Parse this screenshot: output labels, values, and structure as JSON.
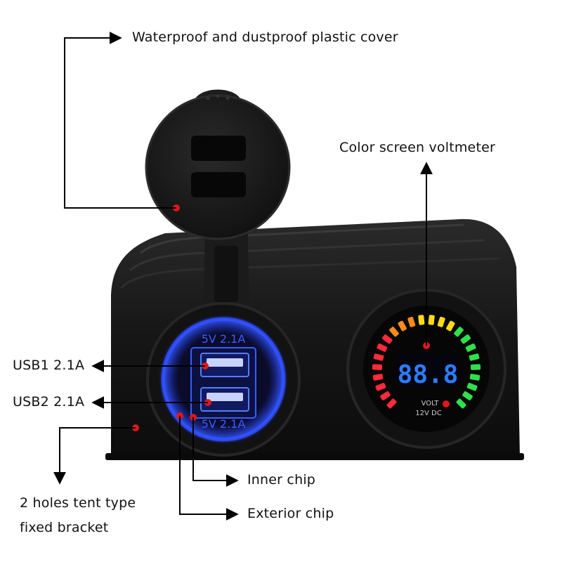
{
  "labels": {
    "cover": "Waterproof and dustproof plastic cover",
    "voltmeter": "Color screen voltmeter",
    "usb1": "USB1 2.1A",
    "usb2": "USB2 2.1A",
    "inner_chip": "Inner chip",
    "exterior_chip": "Exterior chip",
    "bracket_line1": "2 holes tent type",
    "bracket_line2": "fixed bracket"
  },
  "device": {
    "usb_top_text": "5V 2.1A",
    "usb_bottom_text": "5V 2.1A",
    "voltmeter_digits": "88.8",
    "voltmeter_word": "VOLT",
    "voltmeter_rating": "12V DC"
  },
  "colors": {
    "housing": "#141414",
    "usb_glow": "#2a4dff",
    "marker": "#e0161c",
    "digits": "#2c7cff"
  }
}
